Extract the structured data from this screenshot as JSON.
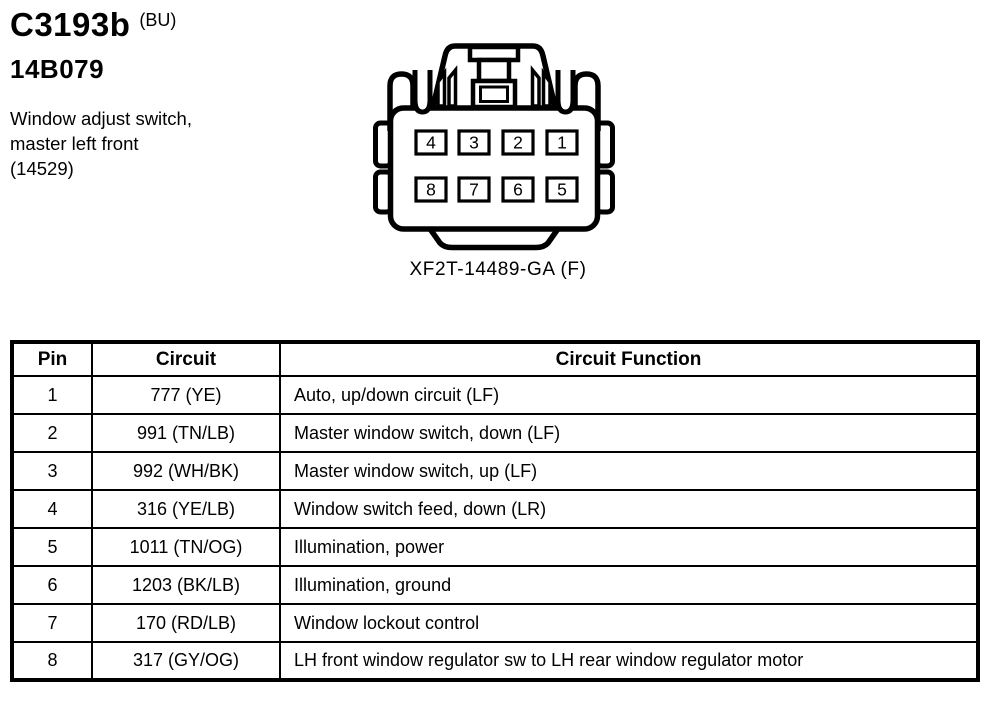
{
  "header": {
    "connector_id": "C3193b",
    "connector_code": "(BU)",
    "part_number": "14B079",
    "description": [
      "Window adjust switch,",
      "master left front",
      "(14529)"
    ]
  },
  "connector": {
    "caption": "XF2T-14489-GA (F)",
    "pins_row1": [
      "4",
      "3",
      "2",
      "1"
    ],
    "pins_row2": [
      "8",
      "7",
      "6",
      "5"
    ]
  },
  "table": {
    "headers": [
      "Pin",
      "Circuit",
      "Circuit Function"
    ],
    "rows": [
      {
        "pin": "1",
        "circuit": "777 (YE)",
        "fn": "Auto, up/down circuit (LF)"
      },
      {
        "pin": "2",
        "circuit": "991 (TN/LB)",
        "fn": "Master window switch, down (LF)"
      },
      {
        "pin": "3",
        "circuit": "992 (WH/BK)",
        "fn": "Master window switch, up (LF)"
      },
      {
        "pin": "4",
        "circuit": "316 (YE/LB)",
        "fn": "Window switch feed, down (LR)"
      },
      {
        "pin": "5",
        "circuit": "1011 (TN/OG)",
        "fn": "Illumination, power"
      },
      {
        "pin": "6",
        "circuit": "1203 (BK/LB)",
        "fn": "Illumination, ground"
      },
      {
        "pin": "7",
        "circuit": "170 (RD/LB)",
        "fn": "Window lockout control"
      },
      {
        "pin": "8",
        "circuit": "317 (GY/OG)",
        "fn": "LH front window regulator sw to LH rear window regulator motor"
      }
    ]
  },
  "colors": {
    "ink": "#000000",
    "paper": "#ffffff"
  }
}
